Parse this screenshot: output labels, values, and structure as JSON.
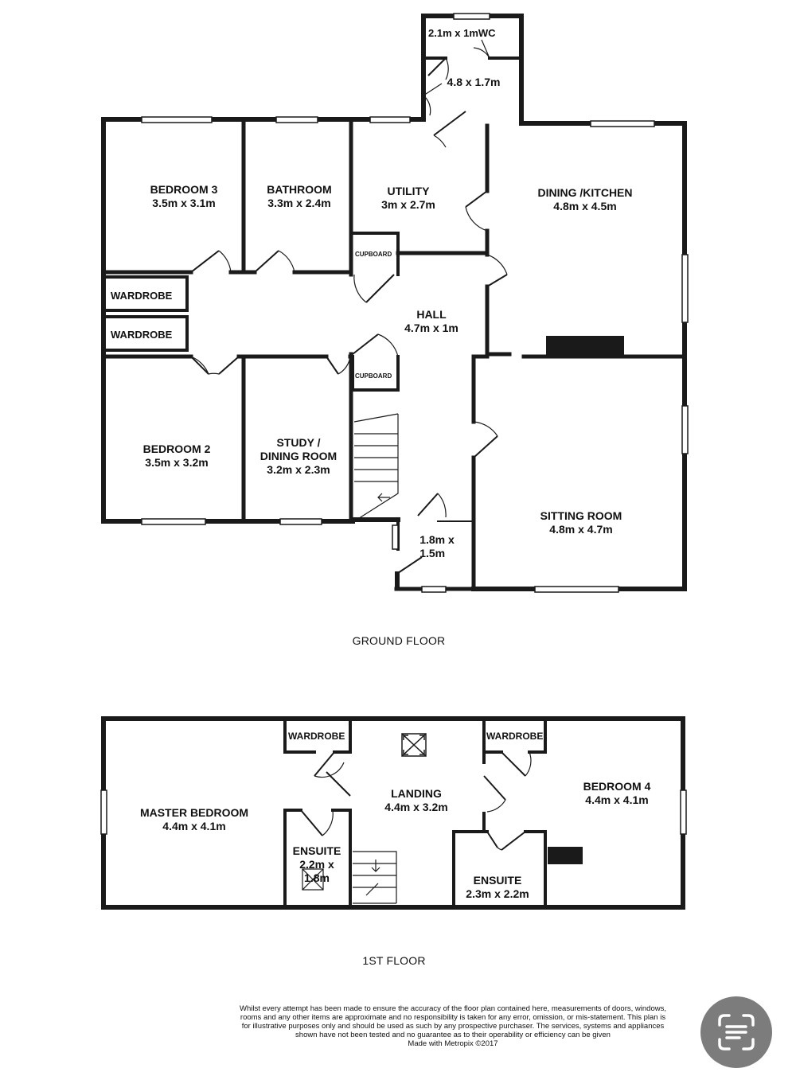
{
  "ground_floor": {
    "title": "GROUND FLOOR",
    "wc": {
      "dims": "2.1m x 1m",
      "name": "WC"
    },
    "rear_porch": {
      "dims": "4.8 x 1.7m"
    },
    "bedroom3": {
      "name": "BEDROOM 3",
      "dims": "3.5m x 3.1m"
    },
    "bathroom": {
      "name": "BATHROOM",
      "dims": "3.3m x 2.4m"
    },
    "utility": {
      "name": "UTILITY",
      "dims": "3m x 2.7m"
    },
    "dining_kitchen": {
      "name": "DINING /KITCHEN",
      "dims": "4.8m x 4.5m"
    },
    "cupboard_1": "CUPBOARD",
    "cupboard_2": "CUPBOARD",
    "wardrobe_1": "WARDROBE",
    "wardrobe_2": "WARDROBE",
    "hall": {
      "name": "HALL",
      "dims": "4.7m x 1m"
    },
    "bedroom2": {
      "name": "BEDROOM 2",
      "dims": "3.5m x 3.2m"
    },
    "study": {
      "name_line1": "STUDY /",
      "name_line2": "DINING ROOM",
      "dims": "3.2m x 2.3m"
    },
    "porch": {
      "dims_line1": "1.8m x",
      "dims_line2": "1.5m"
    },
    "sitting_room": {
      "name": "SITTING ROOM",
      "dims": "4.8m x 4.7m"
    }
  },
  "first_floor": {
    "title": "1ST FLOOR",
    "wardrobe_1": "WARDROBE",
    "wardrobe_2": "WARDROBE",
    "master_bedroom": {
      "name": "MASTER BEDROOM",
      "dims": "4.4m x 4.1m"
    },
    "landing": {
      "name": "LANDING",
      "dims": "4.4m x 3.2m"
    },
    "bedroom4": {
      "name": "BEDROOM 4",
      "dims": "4.4m x 4.1m"
    },
    "ensuite_1": {
      "name": "ENSUITE",
      "dims_line1": "2.2m x",
      "dims_line2": "1.8m"
    },
    "ensuite_2": {
      "name": "ENSUITE",
      "dims": "2.3m x 2.2m"
    }
  },
  "disclaimer": {
    "text": "Whilst every attempt has been made to ensure the accuracy of the floor plan contained here, measurements of doors, windows, rooms and any other items are approximate and no responsibility is taken for any error, omission, or mis-statement. This plan is for illustrative purposes only and should be used as such by any prospective purchaser. The services, systems and appliances shown have not been tested and no guarantee as to their operability or efficiency can be given",
    "footer": "Made with Metropix ©2017"
  },
  "scan_button": {
    "icon": "scan-text-icon"
  },
  "colors": {
    "wall": "#1a1a1a",
    "button": "#7c7c7c"
  }
}
